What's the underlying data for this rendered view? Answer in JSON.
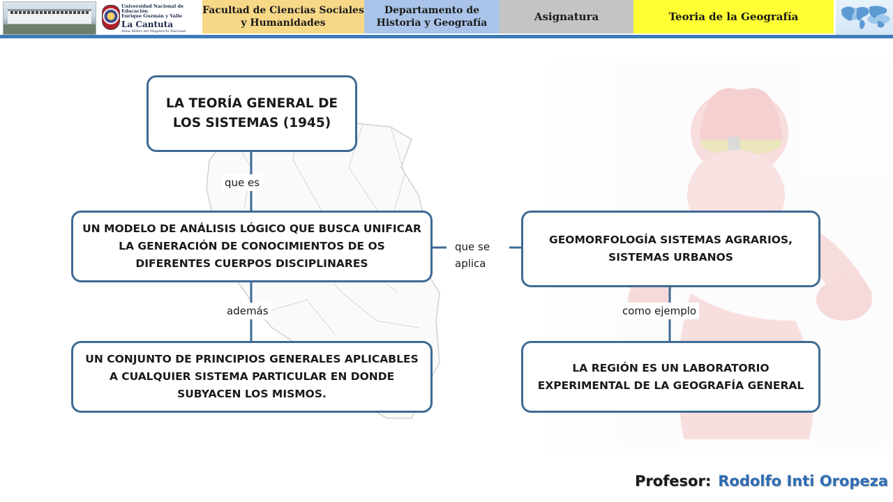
{
  "header": {
    "university": {
      "line1": "Universidad Nacional de Educación",
      "line2": "Enrique Guzmán y Valle",
      "line3": "La Cantuta",
      "line4": "Alma Máter del Magisterio Nacional"
    },
    "facultad": "Facultad de Ciencias Sociales y Humanidades",
    "departamento": "Departamento de Historia y Geografía",
    "asignatura": "Asignatura",
    "curso": "Teoria de la Geografía"
  },
  "diagram": {
    "nodes": {
      "main": "LA TEORÍA GENERAL DE LOS SISTEMAS (1945)",
      "modelo": "UN MODELO DE ANÁLISIS LÓGICO QUE BUSCA UNIFICAR LA GENERACIÓN DE CONOCIMIENTOS DE OS DIFERENTES CUERPOS DISCIPLINARES",
      "conjunto": "UN CONJUNTO DE PRINCIPIOS GENERALES APLICABLES A CUALQUIER SISTEMA PARTICULAR EN DONDE SUBYACEN LOS MISMOS.",
      "geomorfologia": "GEOMORFOLOGÍA SISTEMAS AGRARIOS, SISTEMAS URBANOS",
      "region": "LA REGIÓN ES UN LABORATORIO EXPERIMENTAL DE LA GEOGRAFÍA GENERAL"
    },
    "links": {
      "que_es": "que es",
      "ademas": "además",
      "que_se_aplica": "que se aplica",
      "como_ejemplo": "como ejemplo"
    }
  },
  "footer": {
    "label": "Profesor:",
    "name": "Rodolfo Inti Oropeza"
  },
  "colors": {
    "box_border": "#3e6a94",
    "connector": "#3e6a94",
    "facultad_bg": "#f7d887",
    "departamento_bg": "#a9c4e8",
    "asignatura_bg": "#c4c4c4",
    "curso_bg": "#ffff33",
    "professor_name": "#2f6db4"
  }
}
